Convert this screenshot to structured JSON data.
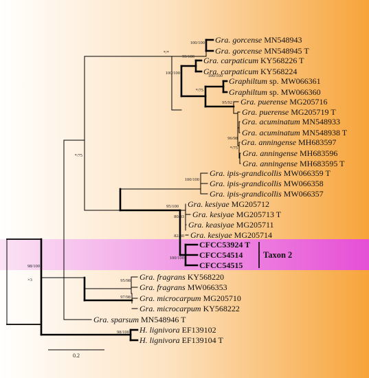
{
  "colors": {
    "gradient_start": "#ffffff",
    "gradient_end": "#f7a43a",
    "highlight_start": "#fbe3f4",
    "highlight_end": "#e64fd6",
    "line": "#000000"
  },
  "leaves": [
    {
      "genus": "Gra. gorcense",
      "rest": "MN548943",
      "bold": false
    },
    {
      "genus": "Gra. gorcense",
      "rest": "MN548945 T",
      "bold": false
    },
    {
      "genus": "Gra. carpaticum",
      "rest": "KY568226 T",
      "bold": false
    },
    {
      "genus": "Gra. carpaticum",
      "rest": "KY568224",
      "bold": false
    },
    {
      "genus": "Graphiltum",
      "rest": "sp. MW066361",
      "bold": false
    },
    {
      "genus": "Graphiltum",
      "rest": "sp. MW066360",
      "bold": false
    },
    {
      "genus": "Gra. puerense",
      "rest": "MG205716",
      "bold": false
    },
    {
      "genus": "Gra. puerense",
      "rest": "MG205719 T",
      "bold": false
    },
    {
      "genus": "Gra. acuminatum",
      "rest": "MN548933",
      "bold": false
    },
    {
      "genus": "Gra. acuminatum",
      "rest": "MN548938 T",
      "bold": false
    },
    {
      "genus": "Gra. anningense",
      "rest": "MH683597",
      "bold": false
    },
    {
      "genus": "Gra. anningense",
      "rest": "MH683596",
      "bold": false
    },
    {
      "genus": "Gra. anningense",
      "rest": "MH683595 T",
      "bold": false
    },
    {
      "genus": "Gra. ipis-grandicollis",
      "rest": "MW066359 T",
      "bold": false
    },
    {
      "genus": "Gra. ipis-grandicollis",
      "rest": "MW066358",
      "bold": false
    },
    {
      "genus": "Gra. ipis-grandicollis",
      "rest": "MW066357",
      "bold": false
    },
    {
      "genus": "Gra. kesiyae",
      "rest": "MG205712",
      "bold": false
    },
    {
      "genus": "Gra. kesiyae",
      "rest": "MG205713 T",
      "bold": false
    },
    {
      "genus": "Gra. keasiyae",
      "rest": "MG205711",
      "bold": false
    },
    {
      "genus": "Gra. kesiyae",
      "rest": "MG205714",
      "bold": false
    },
    {
      "genus": "",
      "rest": "CFCC53924 T",
      "bold": true
    },
    {
      "genus": "",
      "rest": "CFCC54514",
      "bold": true
    },
    {
      "genus": "",
      "rest": "CFCC54515",
      "bold": true
    },
    {
      "genus": "Gra. fragrans",
      "rest": "KY568220",
      "bold": false
    },
    {
      "genus": "Gra. fragrans",
      "rest": "MW066353",
      "bold": false
    },
    {
      "genus": "Gra. microcarpum",
      "rest": "MG205710",
      "bold": false
    },
    {
      "genus": "Gra. microcarpum",
      "rest": "KY568222",
      "bold": false
    },
    {
      "genus": "Gra. sparsum",
      "rest": "MN548946 T",
      "bold": false
    },
    {
      "genus": "H. lignivora",
      "rest": "EF139102",
      "bold": false
    },
    {
      "genus": "H. lignivora",
      "rest": "EF139104 T",
      "bold": false
    }
  ],
  "support": {
    "n_gorcense": "100/100",
    "n_carp_top": "*/*",
    "n_carpaticum": "99/100",
    "n_mid": "100/100",
    "n_graphiltum": "100/100",
    "n_lower": "*/75",
    "n_puer_top": "95/92",
    "n_anning_a": "96/98",
    "n_anning_b": "*/75",
    "n_ipis": "100/100",
    "n_kes_taxon": "95/100",
    "n_kes_a": "80/83",
    "n_kes_b": "82/80",
    "n_taxon2": "100/100",
    "n_upper": "*/75",
    "n_root_a": "98/100",
    "n_root_b": "×3",
    "n_fragrans": "95/98",
    "n_frag_micro": "97/98",
    "n_lignivora": "98/100"
  },
  "taxon_label": "Taxon 2",
  "scale_label": "0.2"
}
